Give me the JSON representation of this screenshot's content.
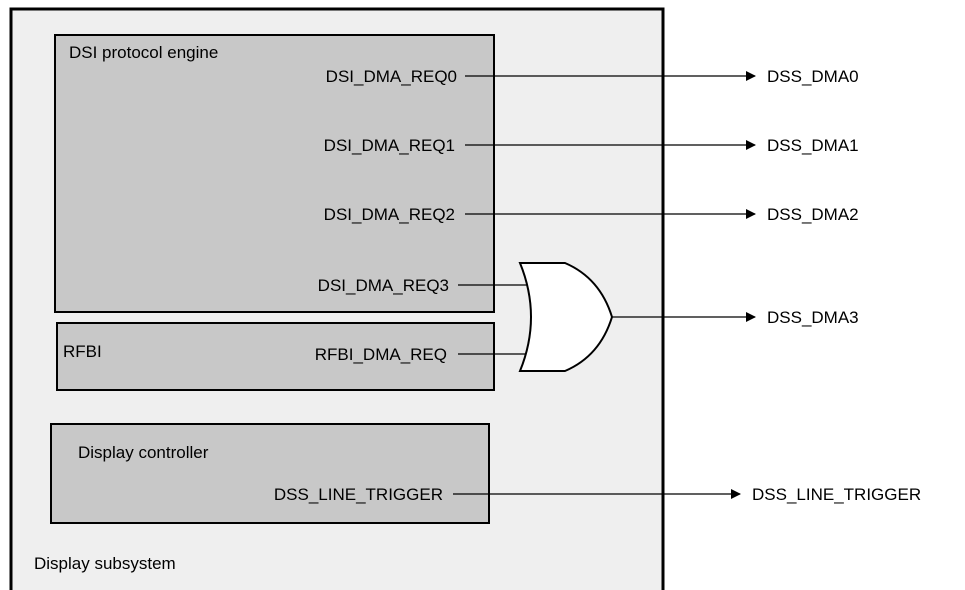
{
  "diagram": {
    "subsystem_label": "Display subsystem",
    "blocks": {
      "dsi": {
        "title": "DSI protocol engine",
        "signals": [
          "DSI_DMA_REQ0",
          "DSI_DMA_REQ1",
          "DSI_DMA_REQ2",
          "DSI_DMA_REQ3"
        ]
      },
      "rfbi": {
        "title": "RFBI",
        "signal": "RFBI_DMA_REQ"
      },
      "dispc": {
        "title": "Display controller",
        "signal": "DSS_LINE_TRIGGER"
      }
    },
    "outputs": [
      "DSS_DMA0",
      "DSS_DMA1",
      "DSS_DMA2",
      "DSS_DMA3",
      "DSS_LINE_TRIGGER"
    ],
    "colors": {
      "subsystem_fill": "#efefef",
      "block_fill": "#c8c8c8",
      "stroke": "#000000"
    }
  }
}
